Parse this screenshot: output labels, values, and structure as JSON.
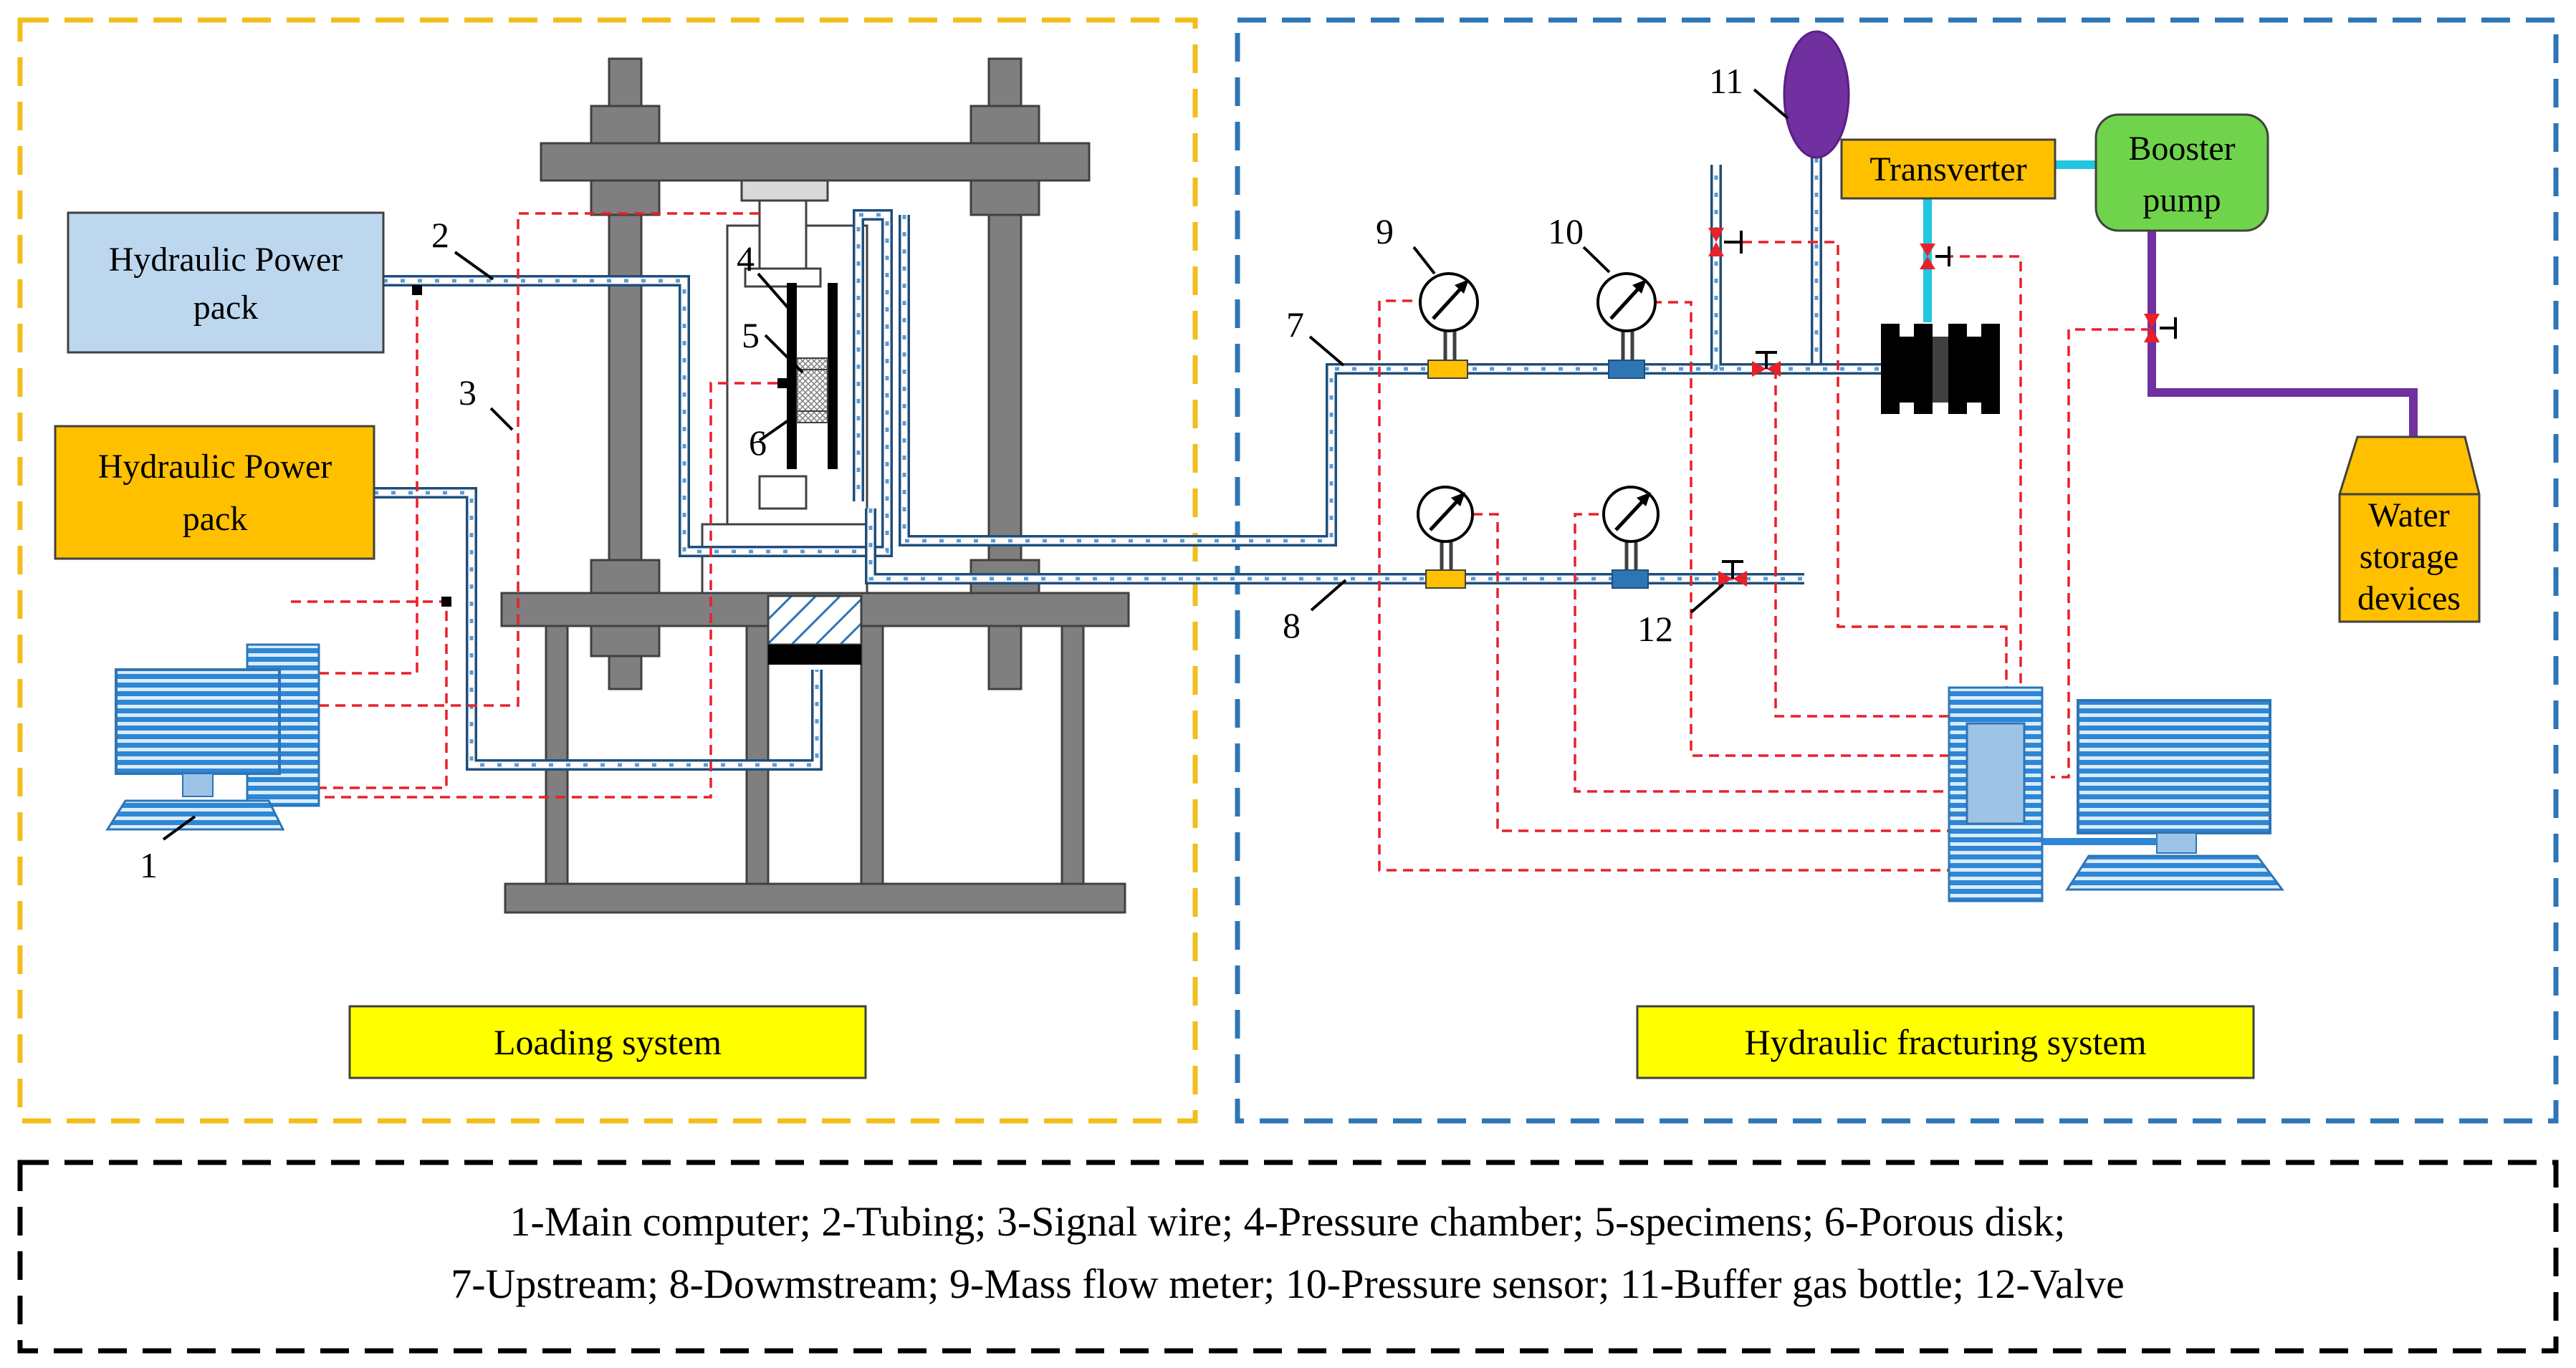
{
  "systems": {
    "loading": "Loading system",
    "fracturing": "Hydraulic fracturing system"
  },
  "devices": {
    "hpp1": [
      "Hydraulic Power",
      "pack"
    ],
    "hpp2": [
      "Hydraulic Power",
      "pack"
    ],
    "transverter": "Transverter",
    "booster": [
      "Booster",
      "pump"
    ],
    "water": [
      "Water",
      "storage",
      "devices"
    ]
  },
  "numbers": {
    "n1": "1",
    "n2": "2",
    "n3": "3",
    "n4": "4",
    "n5": "5",
    "n6": "6",
    "n7": "7",
    "n8": "8",
    "n9": "9",
    "n10": "10",
    "n11": "11",
    "n12": "12"
  },
  "legend": {
    "line1": "1-Main computer; 2-Tubing; 3-Signal wire; 4-Pressure chamber; 5-specimens; 6-Porous disk;",
    "line2": "7-Upstream; 8-Dowmstream; 9-Mass flow meter; 10-Pressure sensor; 11-Buffer gas bottle; 12-Valve"
  },
  "colors": {
    "loading_border": "#F2BE1A",
    "fracturing_border": "#2E75B6",
    "title_box": "#FFFF00",
    "hpp1_fill": "#BDD7EE",
    "hpp_orange": "#FFC000",
    "booster_fill": "#6FD44B",
    "gas_bottle": "#7030A0",
    "frame_gray": "#7F7F7F",
    "signal_wire": "#E8202A",
    "tubing_stroke": "#1F4E79",
    "tubing_dash": "#5B9BD5",
    "cyan_line": "#22C6E0",
    "purple_line": "#7030A0",
    "valve_red": "#E8202A"
  }
}
